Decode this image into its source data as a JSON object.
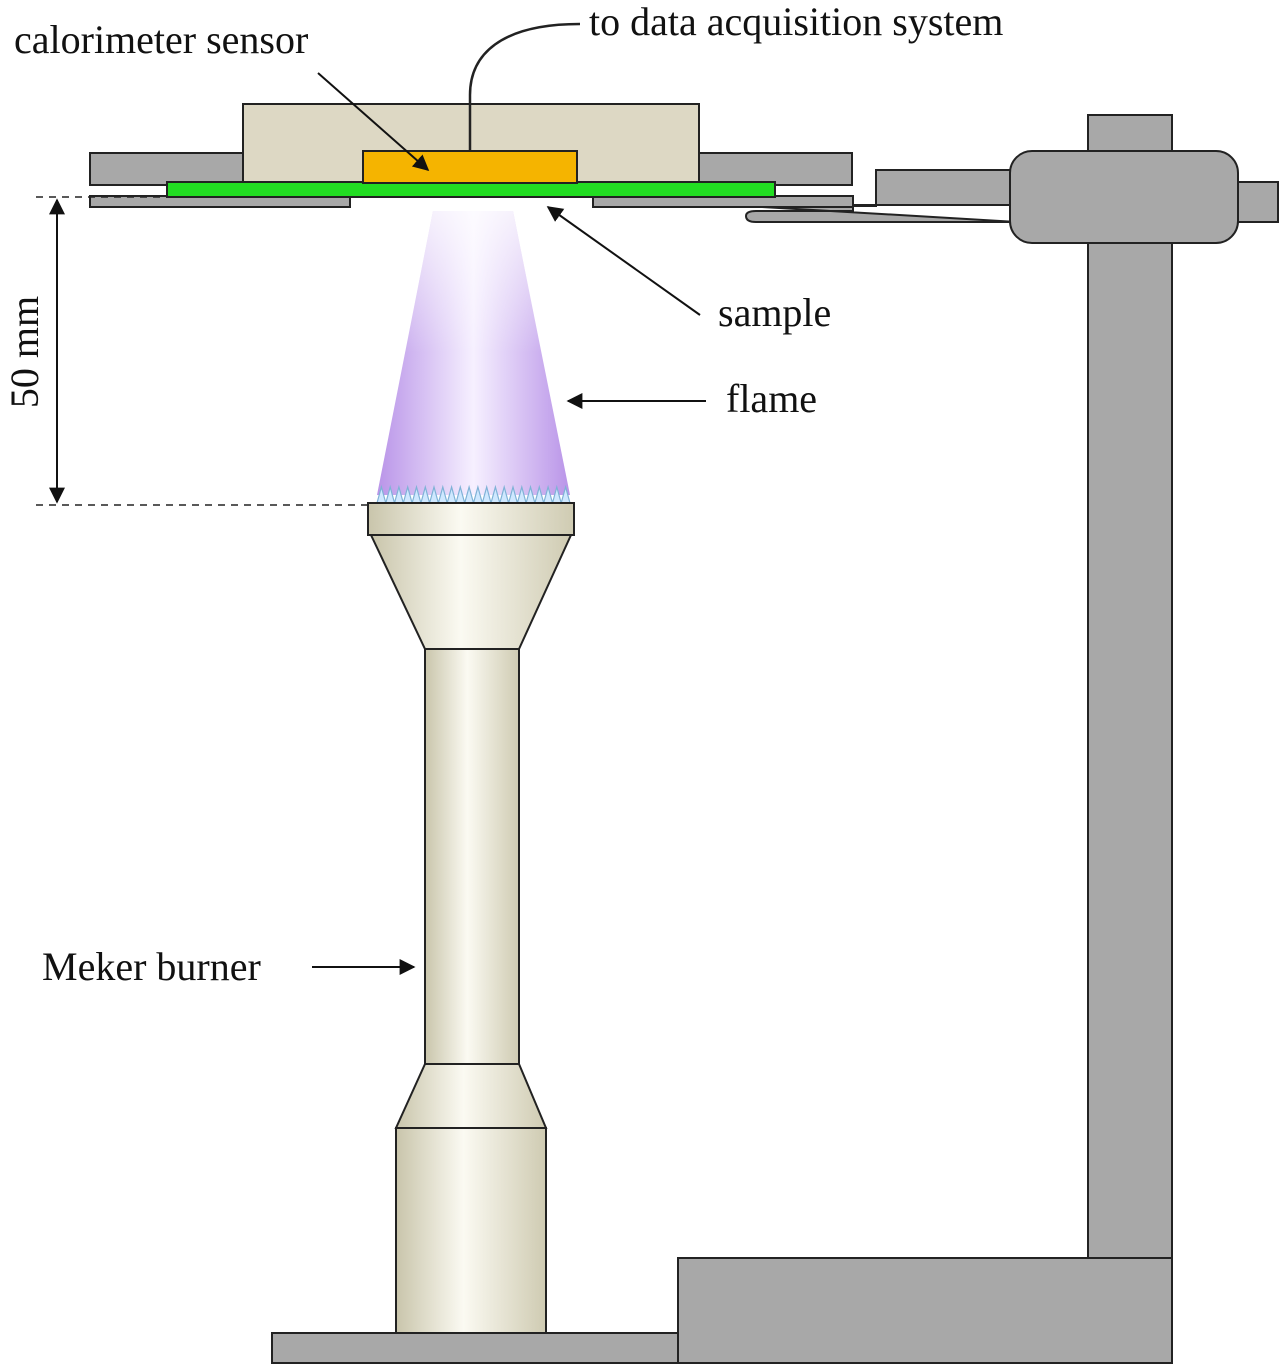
{
  "labels": {
    "calorimeter_sensor": "calorimeter sensor",
    "data_acquisition": "to data acquisition system",
    "sample": "sample",
    "flame": "flame",
    "distance": "50 mm",
    "burner": "Meker burner"
  },
  "colors": {
    "sensor": "#f5b400",
    "sample": "#22dd22",
    "holder": "#ddd8c4",
    "stand": "#a8a8a8",
    "burner": "#e2dfcb",
    "flame": "#c8a8f0",
    "outline": "#222222"
  }
}
